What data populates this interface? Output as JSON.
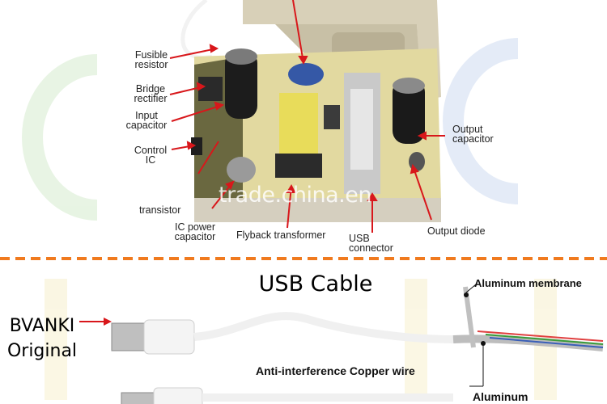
{
  "board_labels": {
    "fusible_resistor": [
      "Fusible",
      "resistor"
    ],
    "bridge_rectifier": [
      "Bridge",
      "rectifier"
    ],
    "input_capacitor": [
      "Input",
      "capacitor"
    ],
    "control_ic": [
      "Control",
      "IC"
    ],
    "transistor": "transistor",
    "ic_power_capacitor": [
      "IC power",
      "capacitor"
    ],
    "flyback_transformer": "Flyback transformer",
    "usb_connector": [
      "USB",
      "connector"
    ],
    "output_diode": "Output diode",
    "output_capacitor": [
      "Output",
      "capacitor"
    ]
  },
  "watermark": "trade.china.en",
  "cable_section": {
    "title": "USB Cable",
    "brand_line1": "BVANKI",
    "brand_line2": "Original",
    "aluminum_membrane": "Aluminum membrane",
    "copper_wire": "Anti-interference Copper wire",
    "aluminum": "Aluminum"
  },
  "colors": {
    "divider": "#f07a1e",
    "arrow": "#d8171b",
    "board_green": "#2f4f1f"
  }
}
